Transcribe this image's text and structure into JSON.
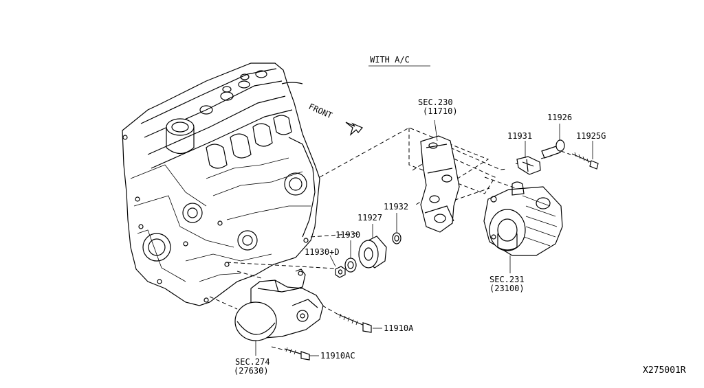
{
  "header": {
    "with_ac": "WITH A/C"
  },
  "front_label": "FRONT",
  "labels": {
    "sec230": "SEC.230",
    "sec230_ref": "(11710)",
    "p11926": "11926",
    "p11931": "11931",
    "p11925g": "11925G",
    "p11932": "11932",
    "p11927": "11927",
    "p11930": "11930",
    "p11930d": "11930+D",
    "sec231": "SEC.231",
    "sec231_ref": "(23100)",
    "p11910a": "11910A",
    "p11910ac": "11910AC",
    "sec274": "SEC.274",
    "sec274_ref": "(27630)"
  },
  "diagram_id": "X275001R"
}
